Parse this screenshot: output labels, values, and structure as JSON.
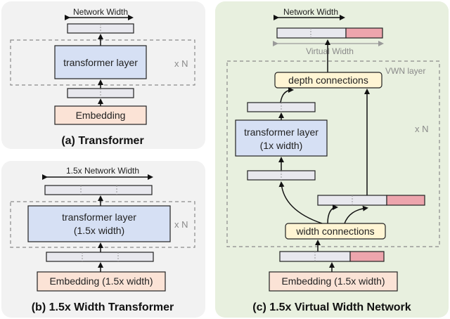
{
  "panel_a": {
    "network_width_label": "Network Width",
    "layer_label": "transformer layer",
    "repeat_label": "x N",
    "embedding_label": "Embedding",
    "caption": "(a) Transformer"
  },
  "panel_b": {
    "network_width_label": "1.5x Network Width",
    "layer_label_line1": "transformer layer",
    "layer_label_line2": "(1.5x width)",
    "repeat_label": "x N",
    "embedding_label": "Embedding (1.5x width)",
    "caption": "(b) 1.5x Width Transformer"
  },
  "panel_c": {
    "network_width_label": "Network Width",
    "virtual_width_label": "Virtual Width",
    "vwn_layer_label": "VWN layer",
    "depth_connections_label": "depth connections",
    "layer_label_line1": "transformer layer",
    "layer_label_line2": "(1x width)",
    "repeat_label": "x N",
    "width_connections_label": "width connections",
    "embedding_label": "Embedding (1.5x width)",
    "caption": "(c) 1.5x Virtual Width Network"
  },
  "colors": {
    "panel_gray_bg": "#f2f2f2",
    "panel_green_bg": "#e8f0df",
    "layer_blue": "#d6e0f4",
    "embedding_peach": "#fbe3d6",
    "connection_yellow": "#fff5d4",
    "tensor_gray": "#e8e8ee",
    "virtual_pink": "#eda5ad",
    "dashed_gray": "#8a8a8a"
  }
}
